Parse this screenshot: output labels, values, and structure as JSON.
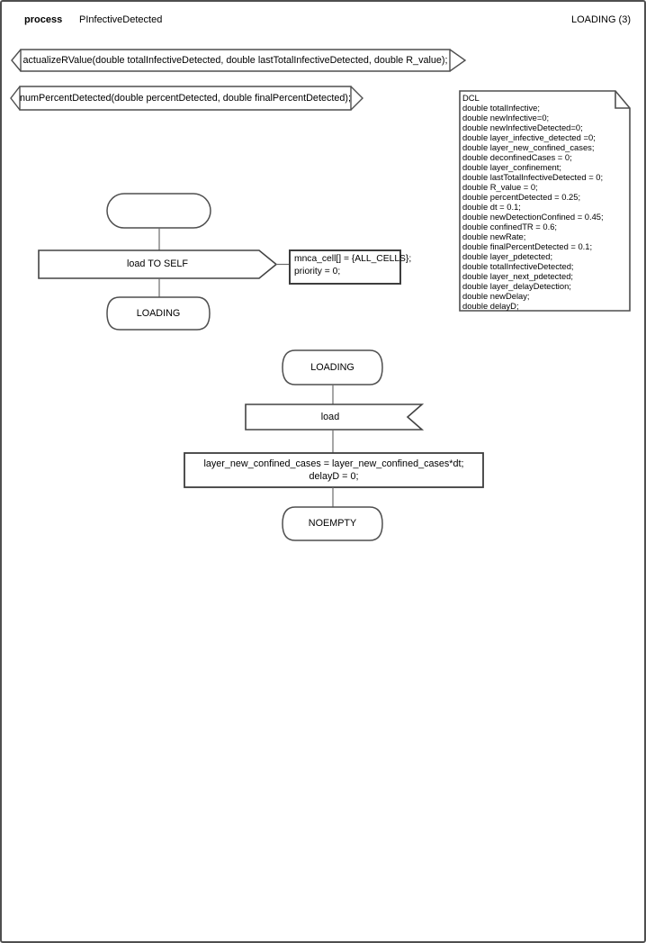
{
  "colors": {
    "background": "#ffffff",
    "outline": "#4f4f4f",
    "connector": "#6b6b6b",
    "text": "#000000"
  },
  "header": {
    "kind": "process",
    "name": "PInfectiveDetected",
    "page_ref": "LOADING (3)"
  },
  "procedures": [
    "actualizeRValue(double totalInfectiveDetected, double lastTotalInfectiveDetected, double R_value);",
    "numPercentDetected(double percentDetected, double finalPercentDetected);"
  ],
  "declarations": [
    "DCL",
    "double totalInfective;",
    "double newInfective=0;",
    "double newInfectiveDetected=0;",
    "double layer_infective_detected =0;",
    "double layer_new_confined_cases;",
    "double deconfinedCases = 0;",
    "double layer_confinement;",
    "double lastTotalInfectiveDetected = 0;",
    "double R_value = 0;",
    "double percentDetected = 0.25;",
    "double dt = 0.1;",
    "double newDetectionConfined = 0.45;",
    "double confinedTR = 0.6;",
    "double newRate;",
    "double finalPercentDetected = 0.1;",
    "double layer_pdetected;",
    "double totalInfectiveDetected;",
    "double layer_next_pdetected;",
    "double layer_delayDetection;",
    "double newDelay;",
    "double delayD;"
  ],
  "start_flow": {
    "output_label": "load TO SELF",
    "comment_lines": [
      "mnca_cell[] = {ALL_CELLS};",
      "priority = 0;"
    ],
    "next_state": "LOADING"
  },
  "loading_flow": {
    "state": "LOADING",
    "input_label": "load",
    "task_lines": [
      "layer_new_confined_cases = layer_new_confined_cases*dt;",
      "delayD = 0;"
    ],
    "next_state": "NOEMPTY"
  }
}
